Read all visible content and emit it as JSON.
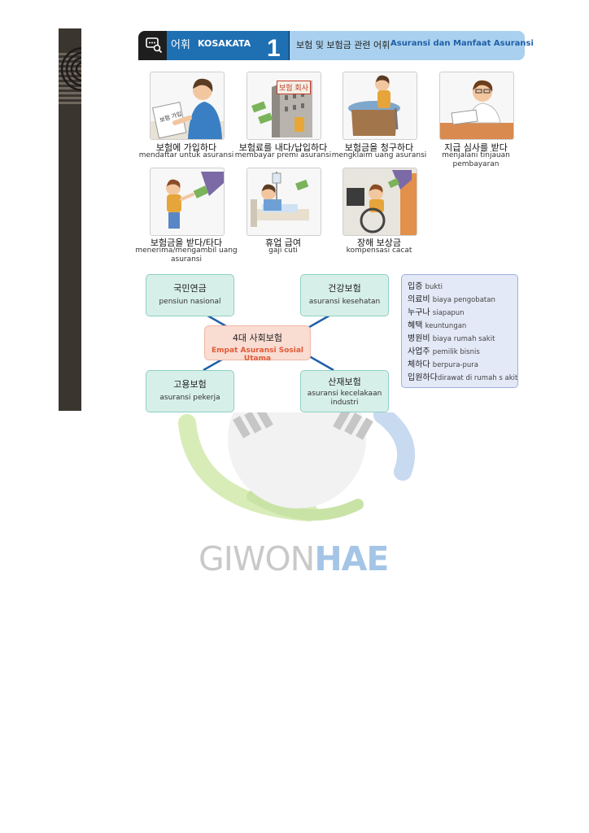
{
  "header": {
    "section_label": "어휘",
    "section_label_id": "KOSAKATA",
    "section_number": "1",
    "title_ko": "보험 및 보험금 관련 어휘",
    "title_id": "Asuransi dan Manfaat Asuransi"
  },
  "vocab_cards": [
    {
      "ko": "보험에 가입하다",
      "id": "mendaftar untuk asuransi",
      "sign": "보험 가입"
    },
    {
      "ko": "보험료를 내다/납입하다",
      "id": "membayar premi asuransi",
      "sign": "보험 회사"
    },
    {
      "ko": "보험금을 청구하다",
      "id": "mengklaim uang asuransi"
    },
    {
      "ko": "지급 심사를 받다",
      "id": "menjalani tinjauan pembayaran"
    },
    {
      "ko": "보험금을 받다/타다",
      "id": "menerima/mengambil uang asuransi"
    },
    {
      "ko": "휴업 급여",
      "id": "gaji cuti"
    },
    {
      "ko": "장해 보상금",
      "id": "kompensasi cacat"
    }
  ],
  "mindmap": {
    "center": {
      "ko": "4대 사회보험",
      "id": "Empat Asuransi Sosial Utama"
    },
    "nodes": [
      {
        "ko": "국민연금",
        "id": "pensiun nasional"
      },
      {
        "ko": "건강보험",
        "id": "asuransi kesehatan"
      },
      {
        "ko": "고용보험",
        "id": "asuransi pekerja"
      },
      {
        "ko": "산재보험",
        "id": "asuransi kecelakaan industri"
      }
    ]
  },
  "word_list": [
    {
      "ko": "입증",
      "id": "bukti"
    },
    {
      "ko": "의료비",
      "id": "biaya pengobatan"
    },
    {
      "ko": "누구나",
      "id": "siapapun"
    },
    {
      "ko": "혜택",
      "id": "keuntungan"
    },
    {
      "ko": "병원비",
      "id": "biaya rumah sakit"
    },
    {
      "ko": "사업주",
      "id": "pemilik bisnis"
    },
    {
      "ko": "체하다",
      "id": "berpura-pura"
    },
    {
      "ko": "입원하다",
      "id": "dirawat di rumah s akit"
    }
  ],
  "watermark": {
    "part1": "GIWON",
    "part2": "HAE"
  },
  "colors": {
    "header_blue": "#1f6fb3",
    "header_light": "#a9d1ef",
    "mint": "#d7efe9",
    "salmon": "#f9dcd2",
    "lavender": "#e4e9f7",
    "accent_orange": "#e05a38",
    "connector": "#1f5fa8"
  }
}
